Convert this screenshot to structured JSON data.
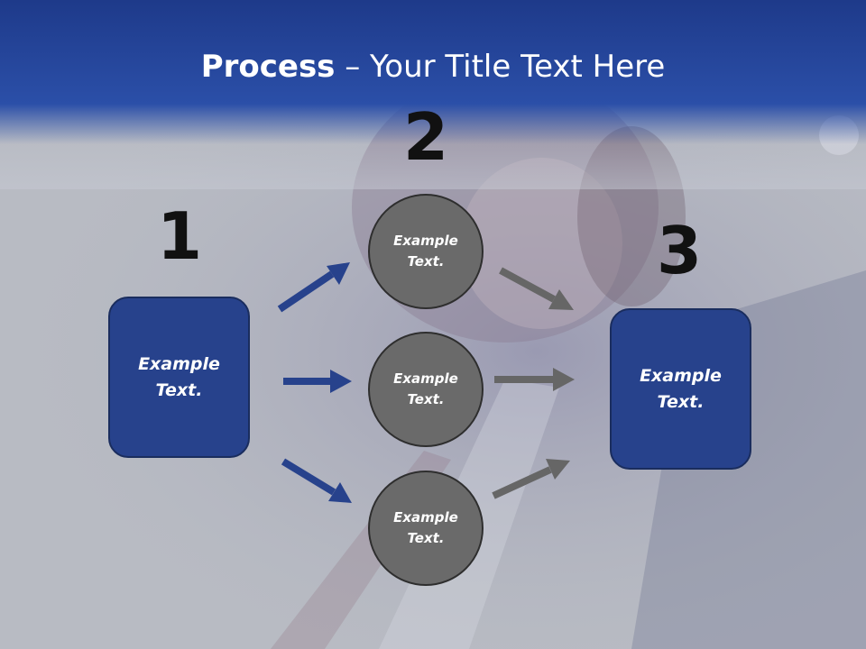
{
  "slide": {
    "title_bold": "Process",
    "title_rest": " – Your Title Text Here"
  },
  "steps": {
    "step1_number": "1",
    "step2_number": "2",
    "step3_number": "3"
  },
  "nodes": {
    "start_box": "Example\nText.",
    "circle_top": "Example\nText.",
    "circle_middle": "Example\nText.",
    "circle_bottom": "Example\nText.",
    "end_box": "Example\nText."
  },
  "colors": {
    "header_blue": "#2a4da3",
    "box_blue": "#27428c",
    "circle_gray": "#6a6a6a",
    "arrow_blue": "#27428c",
    "arrow_gray": "#666666"
  }
}
